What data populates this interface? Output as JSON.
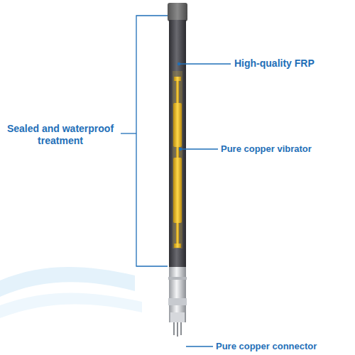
{
  "diagram": {
    "labels": [
      "High-quality FRP",
      "Sealed and waterproof treatment",
      "Pure copper vibrator",
      "Pure copper connector"
    ]
  }
}
